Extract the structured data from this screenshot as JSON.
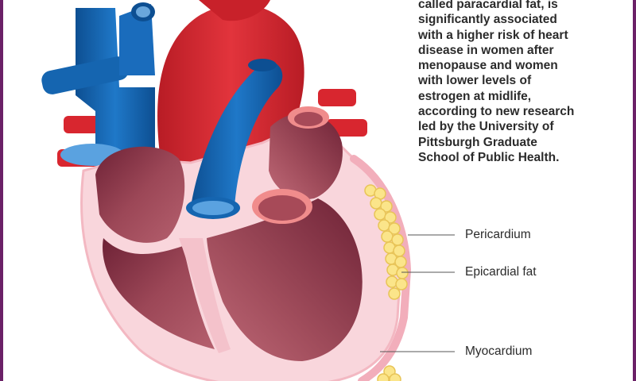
{
  "caption_lines": [
    "called paracardial fat, is",
    "significantly associated",
    "with a higher risk of heart",
    "disease in women after",
    "menopause and women",
    "with lower levels of",
    "estrogen at midlife,",
    "according to new research",
    "led by the University of",
    "Pittsburgh Graduate",
    "School of Public Health."
  ],
  "labels": {
    "pericardium": "Pericardium",
    "epicardial_fat": "Epicardial fat",
    "myocardium": "Myocardium"
  },
  "colors": {
    "frame": "#6b2167",
    "vein_blue": "#1565b0",
    "artery_red": "#d8262f",
    "chamber": "#8e3a4c",
    "myocardium_pink": "#f9d6dc",
    "fat_yellow": "#fbe58a",
    "text": "#2b2b2b"
  }
}
